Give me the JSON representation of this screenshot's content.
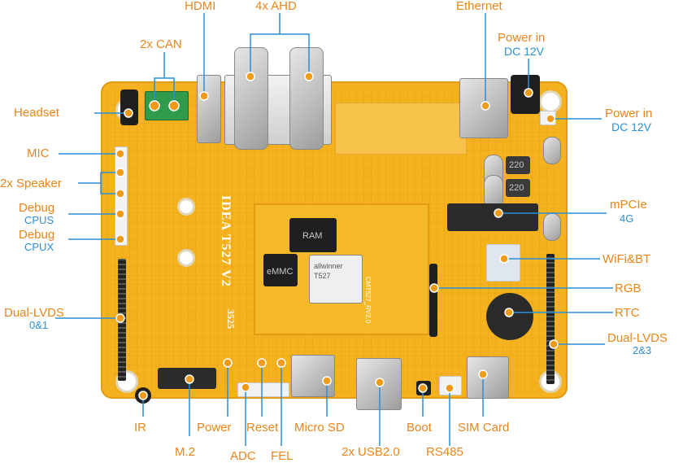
{
  "labels": {
    "hdmi": "HDMI",
    "ahd": "4x AHD",
    "ethernet": "Ethernet",
    "power_top_1": "Power in",
    "power_top_2": "DC 12V",
    "can": "2x CAN",
    "headset": "Headset",
    "power_right_1": "Power in",
    "power_right_2": "DC 12V",
    "mic": "MIC",
    "speaker": "2x Speaker",
    "debug_cpus_1": "Debug",
    "debug_cpus_2": "CPUS",
    "debug_cpux_1": "Debug",
    "debug_cpux_2": "CPUX",
    "mpcie_1": "mPCIe",
    "mpcie_2": "4G",
    "wifi_bt": "WiFi&BT",
    "dual_lvds_left_1": "Dual-LVDS",
    "dual_lvds_left_2": "0&1",
    "rgb": "RGB",
    "rtc": "RTC",
    "dual_lvds_right_1": "Dual-LVDS",
    "dual_lvds_right_2": "2&3",
    "ir": "IR",
    "power_btn": "Power",
    "reset": "Reset",
    "micro_sd": "Micro SD",
    "boot": "Boot",
    "sim_card": "SIM Card",
    "m2": "M.2",
    "adc": "ADC",
    "fel": "FEL",
    "usb": "2x USB2.0",
    "rs485": "RS485"
  },
  "board": {
    "silk_model": "IDEA T527 V2",
    "silk_code": "3525",
    "ram_chip": "RAM",
    "emmc_chip": "eMMC",
    "soc_brand": "allwinner",
    "soc_model": "T527",
    "som_marking": "CMT527_RV2.0",
    "inductor_1": "220",
    "inductor_2": "220"
  },
  "colors": {
    "label_orange": "#e8861a",
    "label_blue": "#2a8fd6",
    "line_blue": "#2a8fd6",
    "marker_orange": "#f09a1a",
    "board_yellow": "#f4b21f"
  }
}
